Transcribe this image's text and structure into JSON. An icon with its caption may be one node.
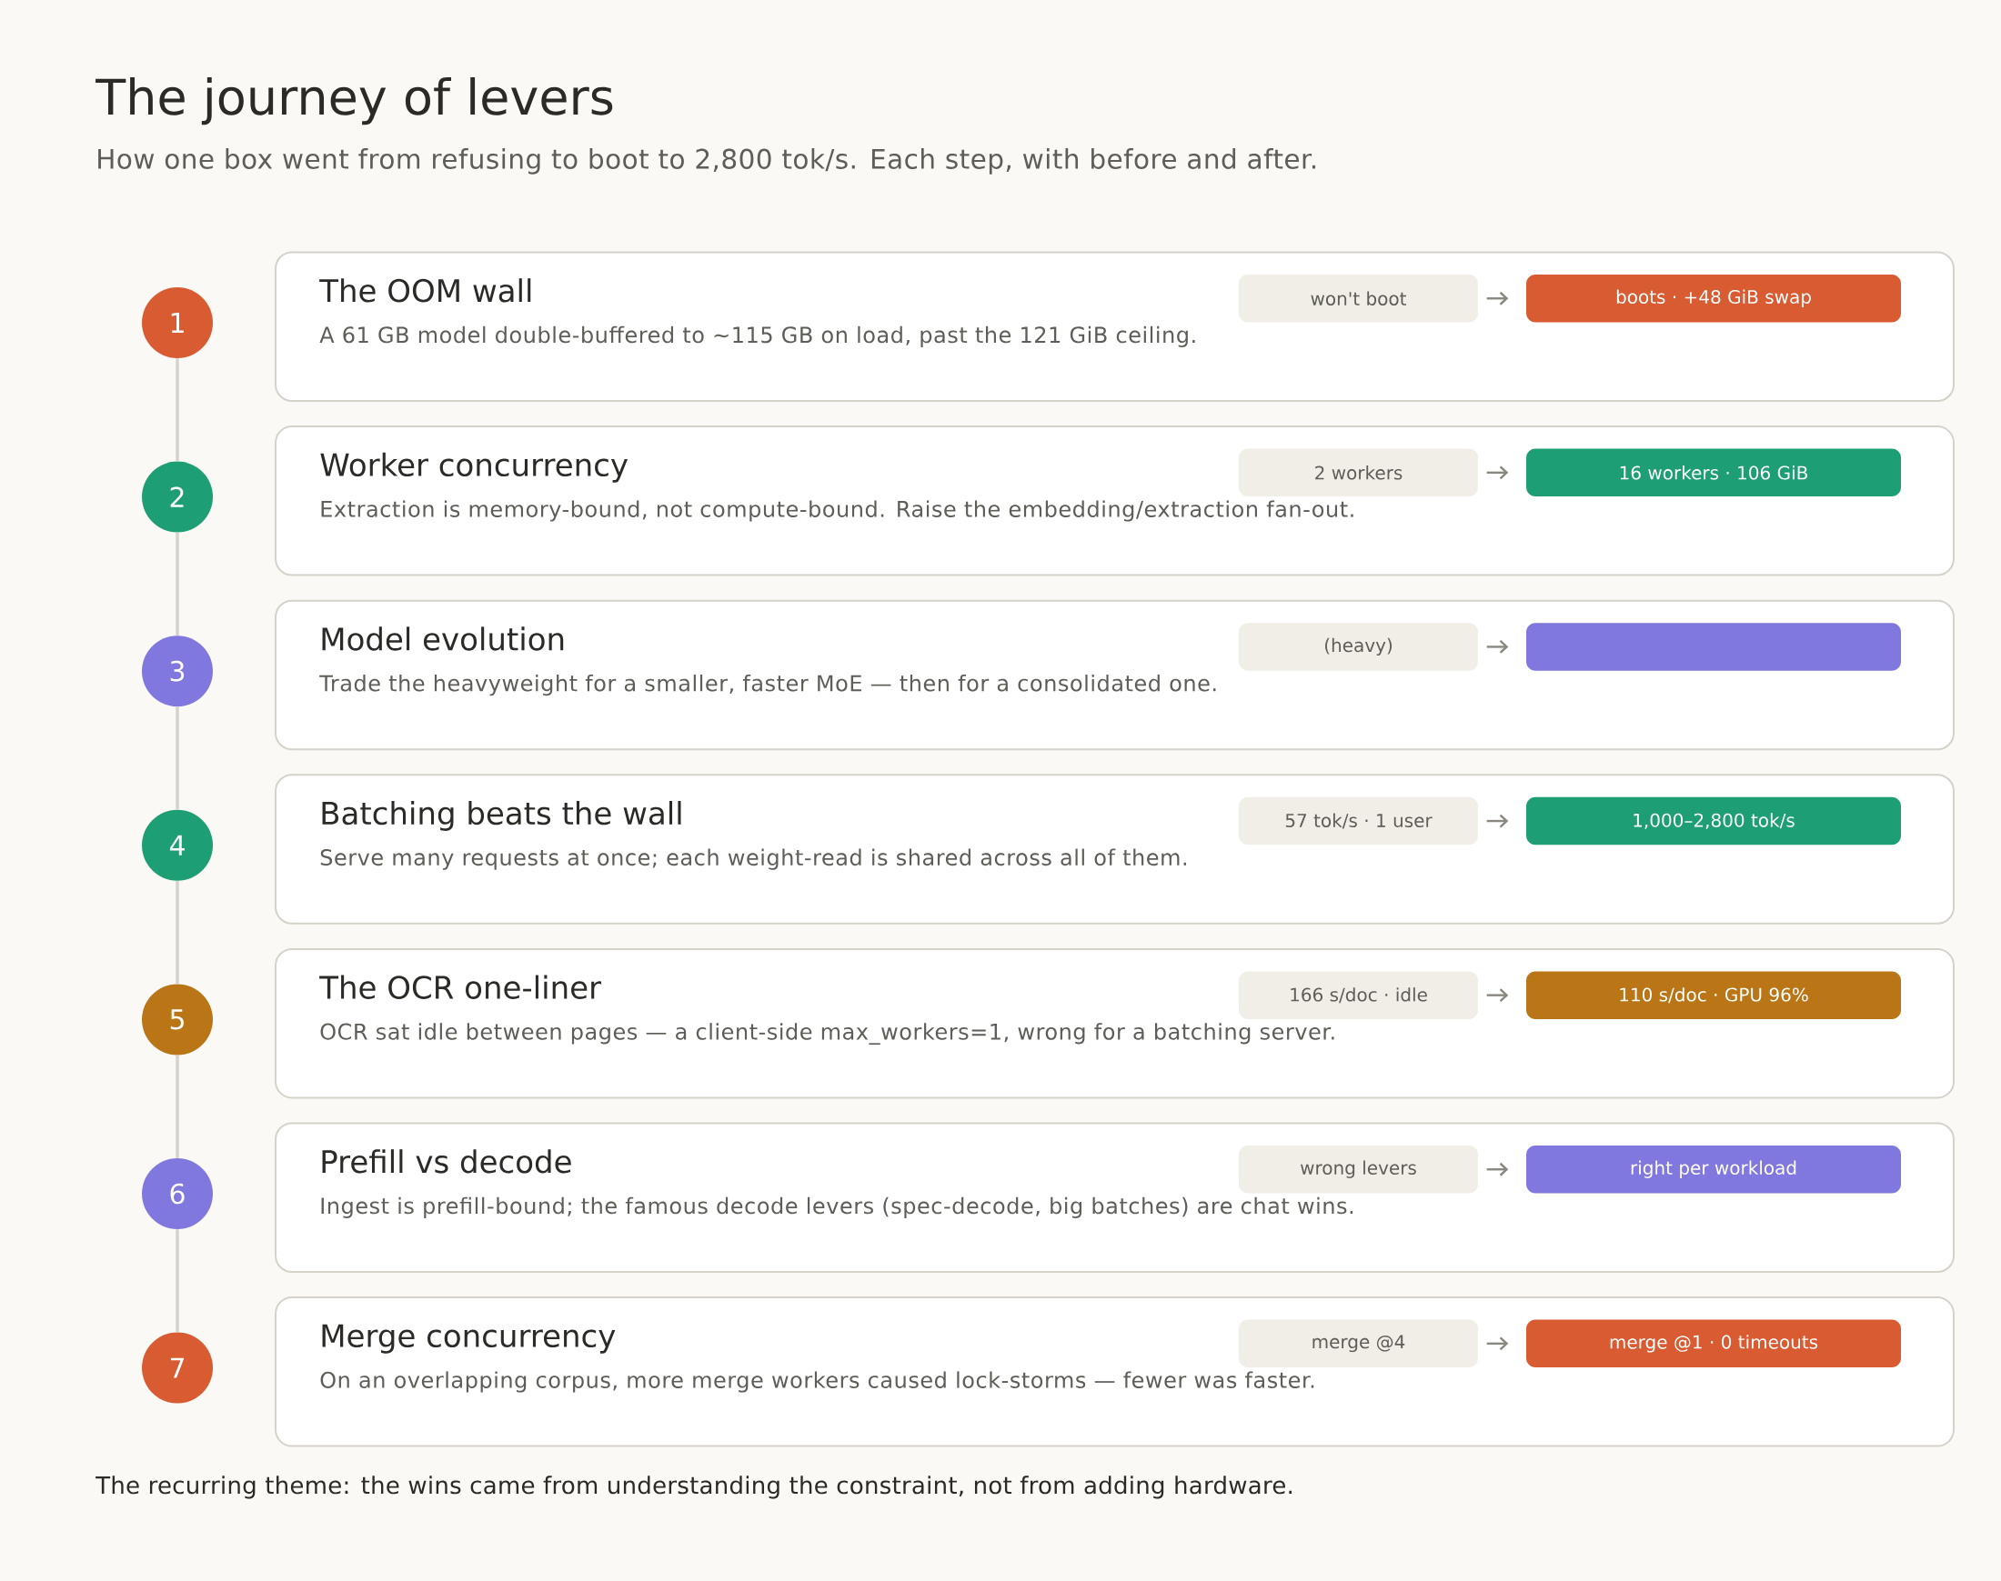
{
  "diagram": {
    "title": "The journey of levers",
    "nodes": [
      {
        "text": [
          "1"
        ]
      },
      {
        "text": [
          "The OOM wall",
          "A 61 GB model double-buffered to ~115 GB on load, past the 121 GiB ceiling."
        ]
      },
      {
        "text": [
          "won't boot"
        ],
        "in": 1
      },
      {
        "text": [
          "boots · +48 GiB swap"
        ],
        "in": 1
      },
      {
        "text": [
          "2"
        ]
      },
      {
        "text": [
          "Worker concurrency",
          "Extraction is memory-bound, not compute-bound. Raise the embedding/extraction fan-out."
        ]
      },
      {
        "text": [
          "2 workers"
        ],
        "in": 5
      },
      {
        "text": [
          "16 workers · 106 GiB"
        ],
        "in": 5
      },
      {
        "text": [
          "3"
        ]
      },
      {
        "text": [
          "Model evolution",
          "Trade the heavyweight for a smaller, faster MoE — then for a consolidated one."
        ]
      },
      {
        "text": [
          "(heavy)"
        ],
        "in": 9
      },
      {
        "text": [],
        "shape": "box",
        "in": 9
      },
      {
        "text": [
          "4"
        ]
      },
      {
        "text": [
          "Batching beats the wall",
          "Serve many requests at once; each weight-read is shared across all of them."
        ]
      },
      {
        "text": [
          "57 tok/s · 1 user"
        ],
        "in": 13
      },
      {
        "text": [
          "1,000–2,800 tok/s"
        ],
        "in": 13
      },
      {
        "text": [
          "5"
        ]
      },
      {
        "text": [
          "The OCR one-liner",
          "OCR sat idle between pages — a client-side max_workers=1, wrong for a batching server."
        ]
      },
      {
        "text": [
          "166 s/doc · idle"
        ],
        "in": 17
      },
      {
        "text": [
          "110 s/doc · GPU 96%"
        ],
        "in": 17
      },
      {
        "text": [
          "6"
        ]
      },
      {
        "text": [
          "Prefill vs decode",
          "Ingest is prefill-bound; the famous decode levers (spec-decode, big batches) are chat wins."
        ]
      },
      {
        "text": [
          "wrong levers"
        ],
        "in": 21
      },
      {
        "text": [
          "right per workload"
        ],
        "in": 21
      },
      {
        "text": [
          "7"
        ]
      },
      {
        "text": [
          "Merge concurrency",
          "On an overlapping corpus, more merge workers caused lock-storms — fewer was faster."
        ]
      },
      {
        "text": [
          "merge @4"
        ],
        "in": 25
      },
      {
        "text": [
          "merge @1 · 0 timeouts"
        ],
        "in": 25
      }
    ],
    "edges": [
      {
        "from": 0,
        "to": 4,
        "arrow": "none",
        "color": "#d5d2c9"
      },
      {
        "from": 4,
        "to": 8,
        "arrow": "none",
        "color": "#d5d2c9"
      },
      {
        "from": 8,
        "to": 12,
        "arrow": "none",
        "color": "#d5d2c9"
      },
      {
        "from": 12,
        "to": 16,
        "arrow": "none",
        "color": "#d5d2c9"
      },
      {
        "from": 16,
        "to": 20,
        "arrow": "none",
        "color": "#d5d2c9"
      },
      {
        "from": 20,
        "to": 24,
        "arrow": "none",
        "color": "#d5d2c9"
      },
      {
        "from": 2,
        "to": 3,
        "arrow": "to"
      },
      {
        "from": 6,
        "to": 7,
        "arrow": "to"
      },
      {
        "from": 10,
        "to": 11,
        "arrow": "to"
      },
      {
        "from": 14,
        "to": 15,
        "arrow": "to"
      },
      {
        "from": 18,
        "to": 19,
        "arrow": "to"
      },
      {
        "from": 22,
        "to": 23,
        "arrow": "to"
      },
      {
        "from": 26,
        "to": 27,
        "arrow": "to"
      }
    ],
    "labels": [
      "How one box went from refusing to boot to 2,800 tok/s. Each step, with before and after."
    ],
    "caption": "The recurring theme: the wins came from understanding the constraint, not from adding hardware."
  }
}
